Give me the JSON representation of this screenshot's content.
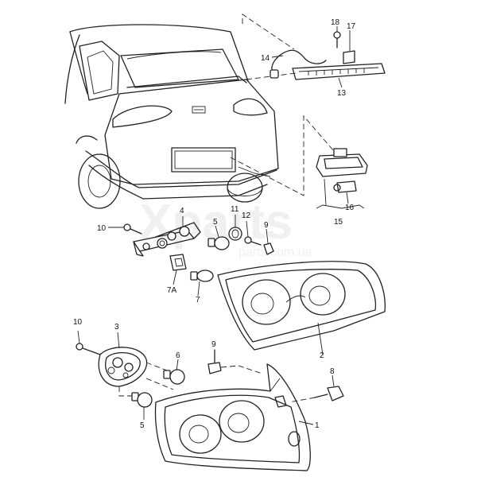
{
  "watermark": {
    "main": "Xparts",
    "sub": "parts.com.ua"
  },
  "parts": [
    {
      "id": "p1",
      "label": "1"
    },
    {
      "id": "p2",
      "label": "2"
    },
    {
      "id": "p3",
      "label": "3"
    },
    {
      "id": "p4",
      "label": "4"
    },
    {
      "id": "p5a",
      "label": "5"
    },
    {
      "id": "p5b",
      "label": "5"
    },
    {
      "id": "p6",
      "label": "6"
    },
    {
      "id": "p7",
      "label": "7"
    },
    {
      "id": "p7a",
      "label": "7A"
    },
    {
      "id": "p8",
      "label": "8"
    },
    {
      "id": "p9a",
      "label": "9"
    },
    {
      "id": "p9b",
      "label": "9"
    },
    {
      "id": "p10a",
      "label": "10"
    },
    {
      "id": "p10b",
      "label": "10"
    },
    {
      "id": "p11",
      "label": "11"
    },
    {
      "id": "p12",
      "label": "12"
    },
    {
      "id": "p13",
      "label": "13"
    },
    {
      "id": "p14",
      "label": "14"
    },
    {
      "id": "p15",
      "label": "15"
    },
    {
      "id": "p16",
      "label": "16"
    },
    {
      "id": "p17",
      "label": "17"
    },
    {
      "id": "p18",
      "label": "18"
    }
  ]
}
